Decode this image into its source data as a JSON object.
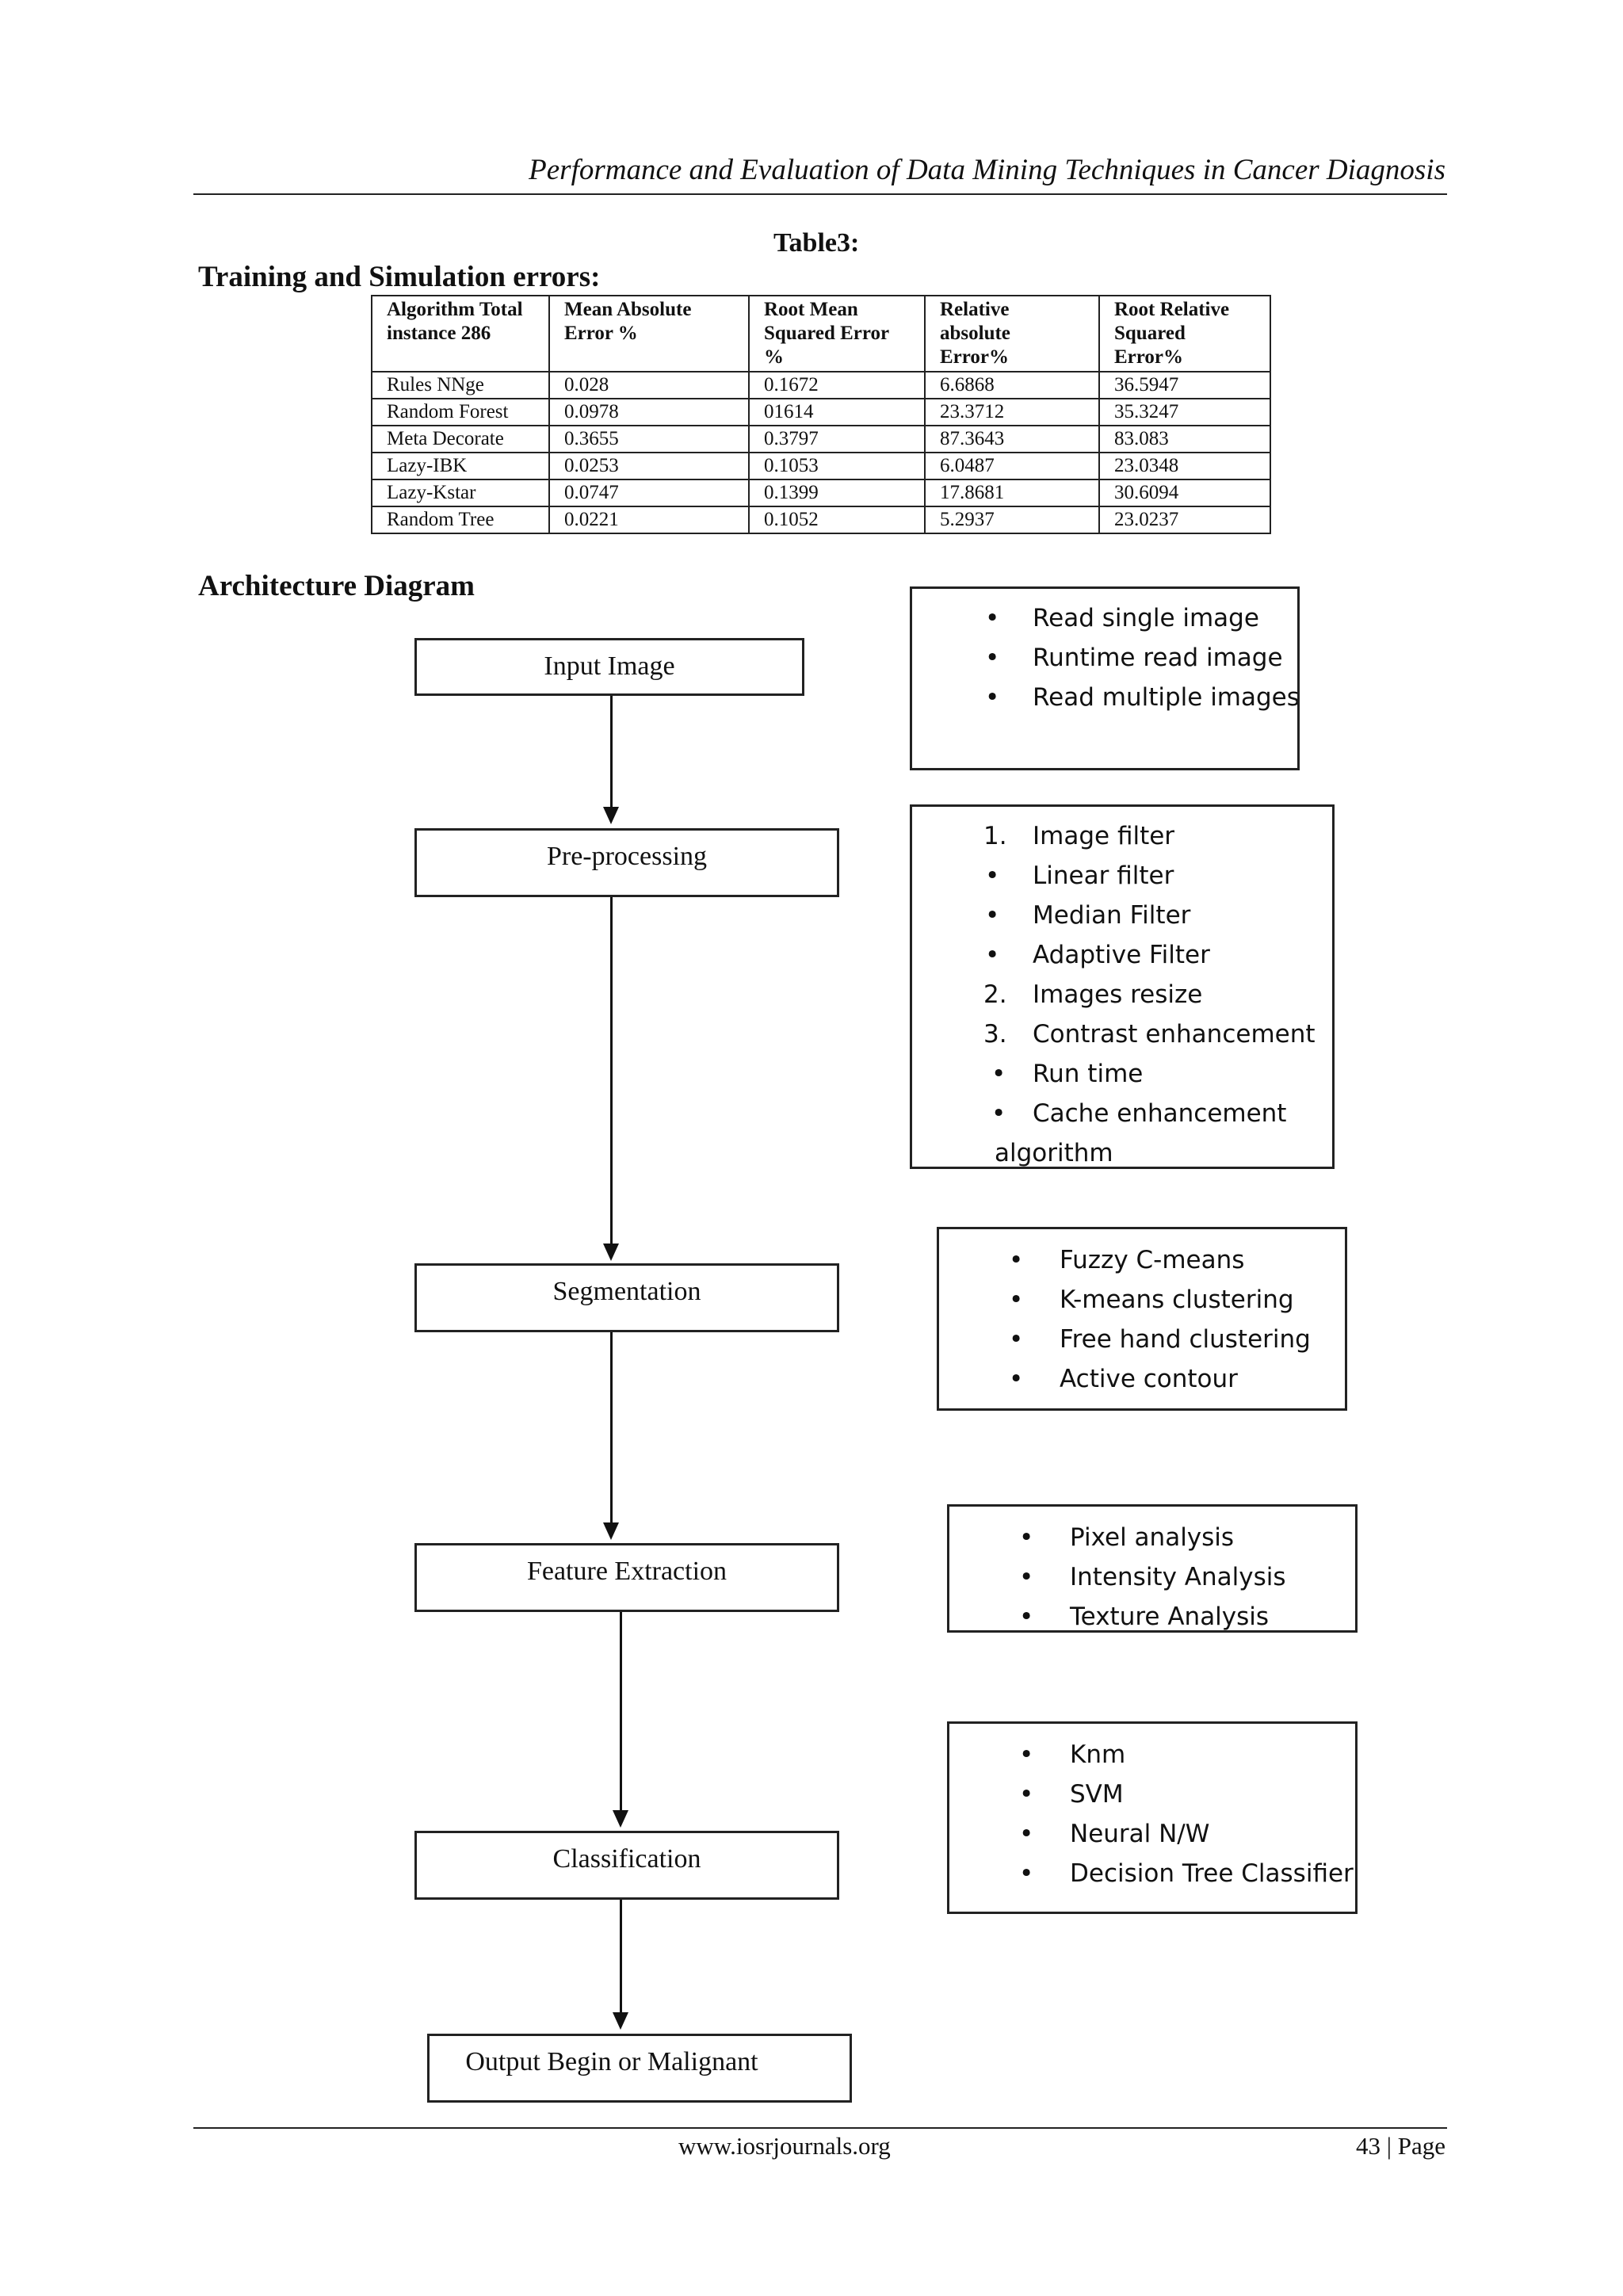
{
  "header": {
    "running_title": "Performance and Evaluation of Data Mining Techniques in Cancer Diagnosis"
  },
  "table": {
    "caption": "Table3:",
    "title": "Training and Simulation errors:",
    "columns": [
      "Algorithm Total instance 286",
      "Mean Absolute Error %",
      "Root Mean Squared Error %",
      "Relative absolute Error%",
      "Root Relative Squared Error%"
    ],
    "rows": [
      [
        "Rules NNge",
        "0.028",
        "0.1672",
        "6.6868",
        "36.5947"
      ],
      [
        "Random Forest",
        "0.0978",
        "01614",
        "23.3712",
        "35.3247"
      ],
      [
        "Meta Decorate",
        "0.3655",
        "0.3797",
        "87.3643",
        "83.083"
      ],
      [
        "Lazy-IBK",
        "0.0253",
        "0.1053",
        "6.0487",
        "23.0348"
      ],
      [
        "Lazy-Kstar",
        "0.0747",
        "0.1399",
        "17.8681",
        "30.6094"
      ],
      [
        "Random Tree",
        "0.0221",
        "0.1052",
        "5.2937",
        "23.0237"
      ]
    ]
  },
  "diagram": {
    "title": "Architecture Diagram",
    "steps": [
      "Input Image",
      "Pre-processing",
      "Segmentation",
      "Feature Extraction",
      "Classification",
      "Output Begin or Malignant"
    ],
    "notes": [
      {
        "items": [
          {
            "marker": "•",
            "text": "Read single image"
          },
          {
            "marker": "•",
            "text": "Runtime read image"
          },
          {
            "marker": "•",
            "text": "Read multiple images"
          }
        ]
      },
      {
        "items": [
          {
            "marker": "1.",
            "text": "Image filter"
          },
          {
            "marker": "•",
            "text": "Linear filter"
          },
          {
            "marker": "•",
            "text": "Median Filter"
          },
          {
            "marker": "•",
            "text": "Adaptive Filter"
          },
          {
            "marker": "2.",
            "text": "Images resize"
          },
          {
            "marker": "3.",
            "text": "Contrast enhancement"
          },
          {
            "marker": "•",
            "text": "Run time"
          },
          {
            "marker": "•",
            "text": "Cache enhancement"
          },
          {
            "marker": "",
            "text": "algorithm"
          }
        ]
      },
      {
        "items": [
          {
            "marker": "•",
            "text": "Fuzzy C-means"
          },
          {
            "marker": "•",
            "text": "K-means clustering"
          },
          {
            "marker": "•",
            "text": "Free hand clustering"
          },
          {
            "marker": "•",
            "text": "Active contour"
          }
        ]
      },
      {
        "items": [
          {
            "marker": "•",
            "text": "Pixel analysis"
          },
          {
            "marker": "•",
            "text": "Intensity Analysis"
          },
          {
            "marker": "•",
            "text": "Texture Analysis"
          }
        ]
      },
      {
        "items": [
          {
            "marker": "•",
            "text": "Knm"
          },
          {
            "marker": "•",
            "text": "SVM"
          },
          {
            "marker": "•",
            "text": "Neural N/W"
          },
          {
            "marker": "•",
            "text": "Decision Tree Classifier"
          }
        ]
      }
    ]
  },
  "footer": {
    "site": "www.iosrjournals.org",
    "page": "43 | Page"
  }
}
